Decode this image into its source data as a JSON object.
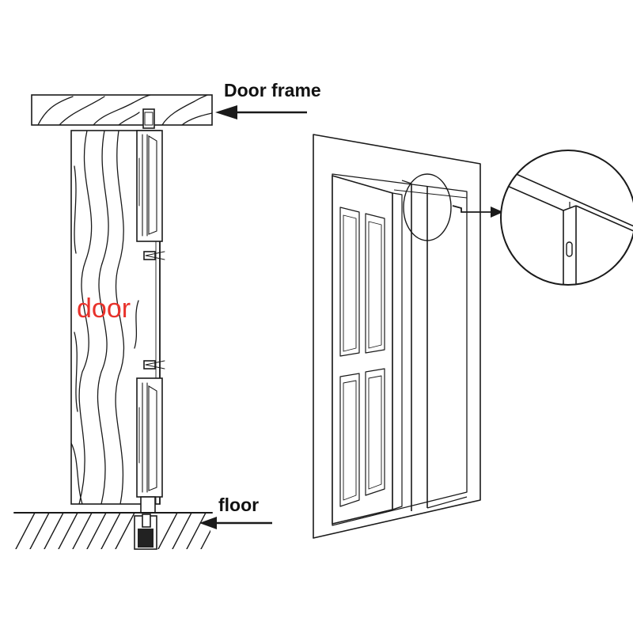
{
  "labels": {
    "door_frame": "Door frame",
    "door": "door",
    "floor": "floor"
  },
  "colors": {
    "line": "#1a1a1a",
    "door_label": "#e8322b",
    "background": "#ffffff",
    "fill_dark": "#222222"
  },
  "icons": {
    "arrow_to_frame": "arrow-left-icon",
    "arrow_to_floor": "arrow-left-icon",
    "arrow_to_detail": "arrow-right-icon",
    "magnifier": "magnifier-circle-icon"
  }
}
